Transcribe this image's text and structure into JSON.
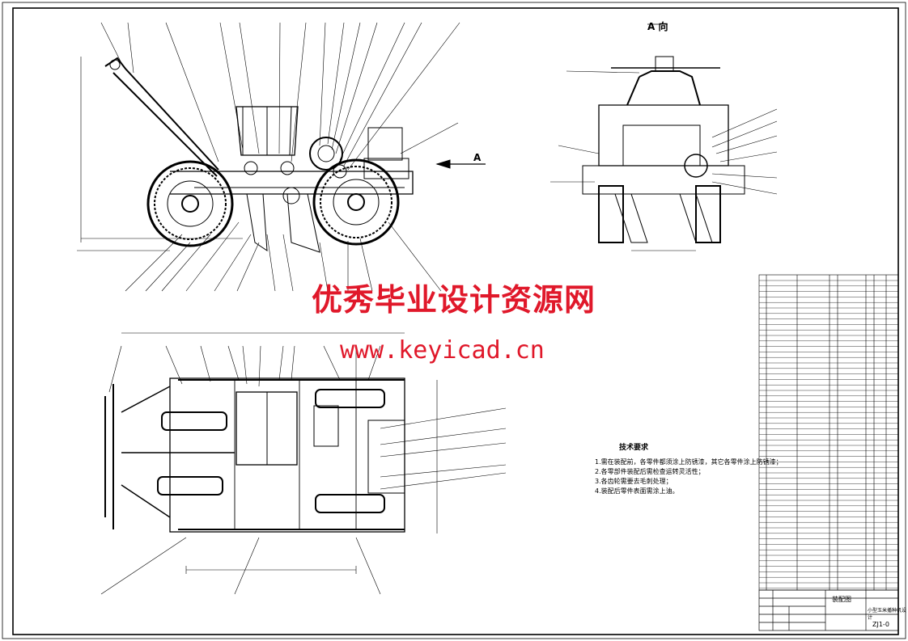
{
  "watermark": {
    "line1": "优秀毕业设计资源网",
    "line2": "www.keyicad.cn"
  },
  "view_label": "A 向",
  "arrow_label": "A",
  "tech_requirements": {
    "title": "技术要求",
    "items": [
      "1.需在装配前，各零件都须涂上防锈漆，其它各零件涂上防锈漆；",
      "2.各零部件装配后需检查运转灵活性；",
      "3.各齿轮需要去毛刺处理；",
      "4.装配后零件表面需涂上油。"
    ]
  },
  "title_block": {
    "drawing_name": "装配图",
    "product_name": "小型玉米播种机设计",
    "drawing_no": "ZJ1-0"
  },
  "colors": {
    "line": "#000000",
    "watermark": "#e0182a",
    "paper": "#ffffff"
  }
}
